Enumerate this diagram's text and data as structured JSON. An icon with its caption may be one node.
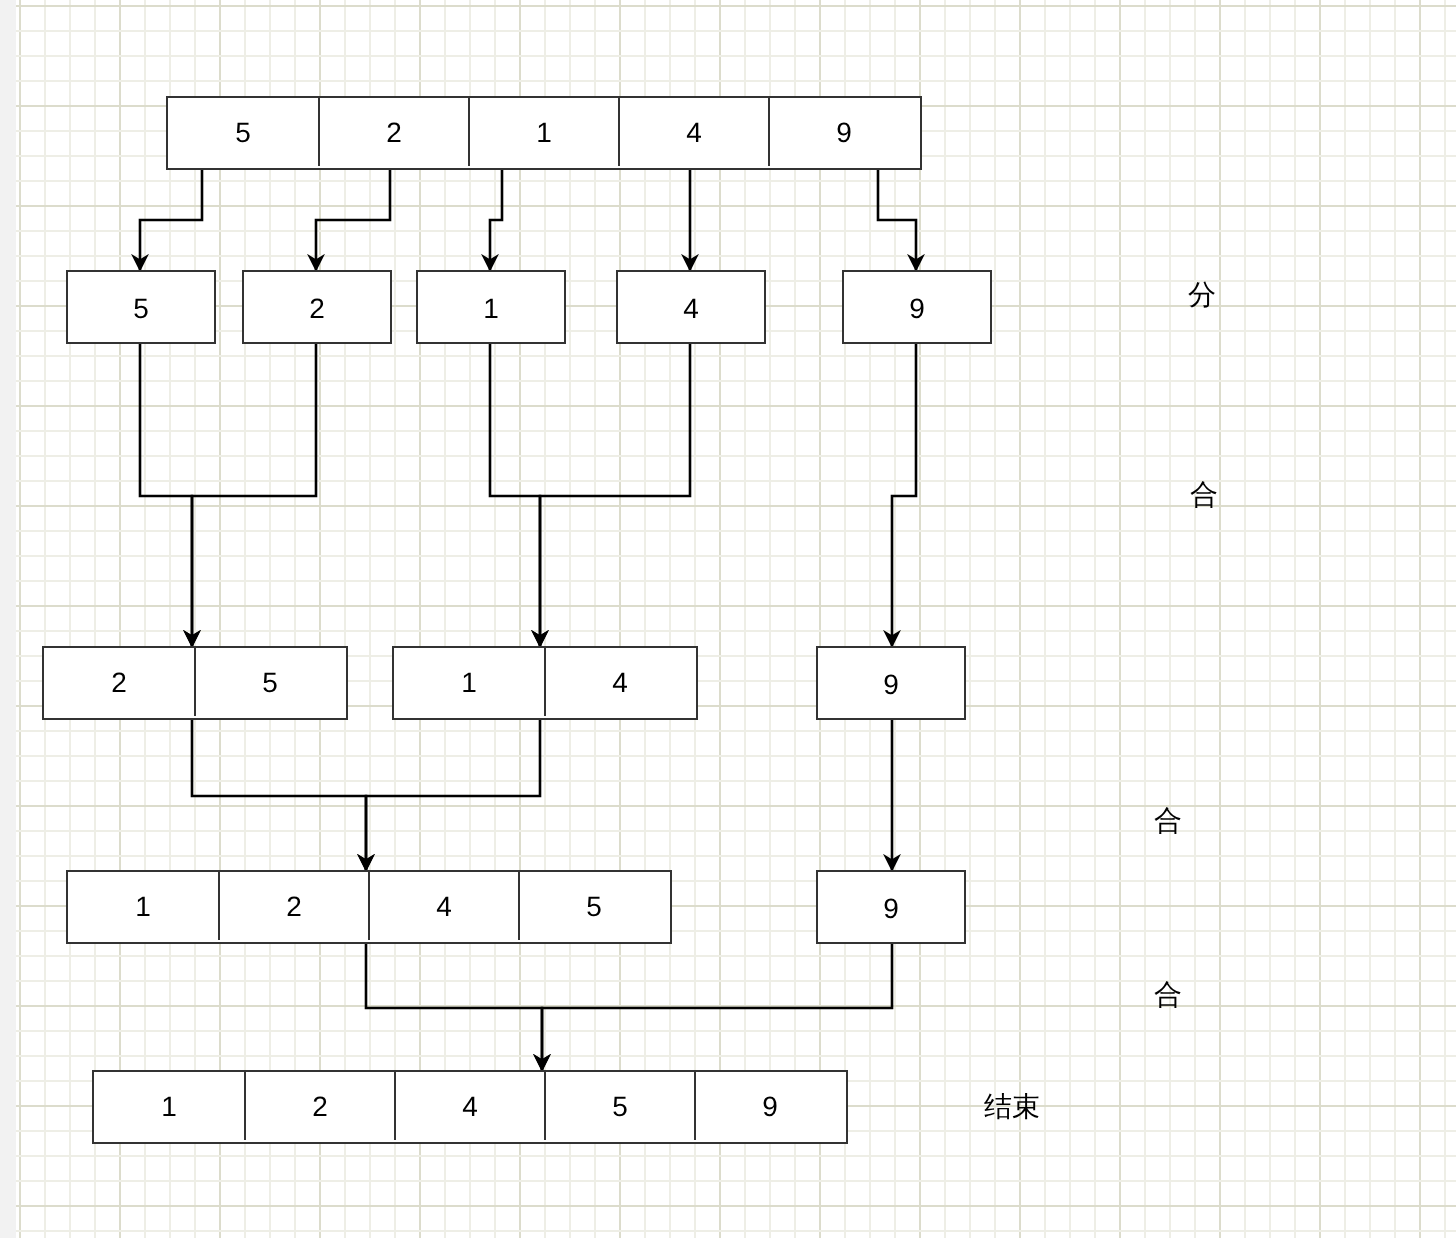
{
  "diagram": {
    "nodes": [
      {
        "text": [],
        "shape": "box"
      },
      {
        "text": [
          "5"
        ],
        "in": 0
      },
      {
        "text": [
          "2"
        ],
        "in": 0
      },
      {
        "text": [
          "1"
        ],
        "in": 0
      },
      {
        "text": [
          "4"
        ],
        "in": 0
      },
      {
        "text": [
          "9"
        ],
        "in": 0
      },
      {
        "text": [
          "5"
        ]
      },
      {
        "text": [
          "2"
        ]
      },
      {
        "text": [
          "1"
        ]
      },
      {
        "text": [
          "4"
        ]
      },
      {
        "text": [
          "9"
        ]
      },
      {
        "text": [],
        "shape": "box"
      },
      {
        "text": [
          "2"
        ],
        "in": 11
      },
      {
        "text": [
          "5"
        ],
        "in": 11
      },
      {
        "text": [],
        "shape": "box"
      },
      {
        "text": [
          "1"
        ],
        "in": 14
      },
      {
        "text": [
          "4"
        ],
        "in": 14
      },
      {
        "text": [
          "9"
        ]
      },
      {
        "text": [],
        "shape": "box"
      },
      {
        "text": [
          "1"
        ],
        "in": 18
      },
      {
        "text": [
          "2"
        ],
        "in": 18
      },
      {
        "text": [
          "4"
        ],
        "in": 18
      },
      {
        "text": [
          "5"
        ],
        "in": 18
      },
      {
        "text": [
          "9"
        ]
      },
      {
        "text": [],
        "shape": "box"
      },
      {
        "text": [
          "1"
        ],
        "in": 24
      },
      {
        "text": [
          "2"
        ],
        "in": 24
      },
      {
        "text": [
          "4"
        ],
        "in": 24
      },
      {
        "text": [
          "5"
        ],
        "in": 24
      },
      {
        "text": [
          "9"
        ],
        "in": 24
      }
    ],
    "edges": [
      {
        "from": 1,
        "to": 6,
        "arrow": "to"
      },
      {
        "from": 2,
        "to": 7,
        "arrow": "to"
      },
      {
        "from": 3,
        "to": 8,
        "arrow": "to"
      },
      {
        "from": 4,
        "to": 9,
        "arrow": "to"
      },
      {
        "from": 5,
        "to": 10,
        "arrow": "to"
      },
      {
        "from": 6,
        "to": 11,
        "arrow": "to"
      },
      {
        "from": 7,
        "to": 11,
        "arrow": "to"
      },
      {
        "from": 8,
        "to": 14,
        "arrow": "to"
      },
      {
        "from": 9,
        "to": 14,
        "arrow": "to"
      },
      {
        "from": 10,
        "to": 17,
        "arrow": "to"
      },
      {
        "from": 11,
        "to": 18,
        "arrow": "to"
      },
      {
        "from": 14,
        "to": 18,
        "arrow": "to"
      },
      {
        "from": 17,
        "to": 23,
        "arrow": "to"
      },
      {
        "from": 18,
        "to": 24,
        "arrow": "to"
      },
      {
        "from": 23,
        "to": 24,
        "arrow": "to"
      }
    ],
    "labels": [
      "分",
      "合",
      "合",
      "合",
      "结束"
    ]
  }
}
